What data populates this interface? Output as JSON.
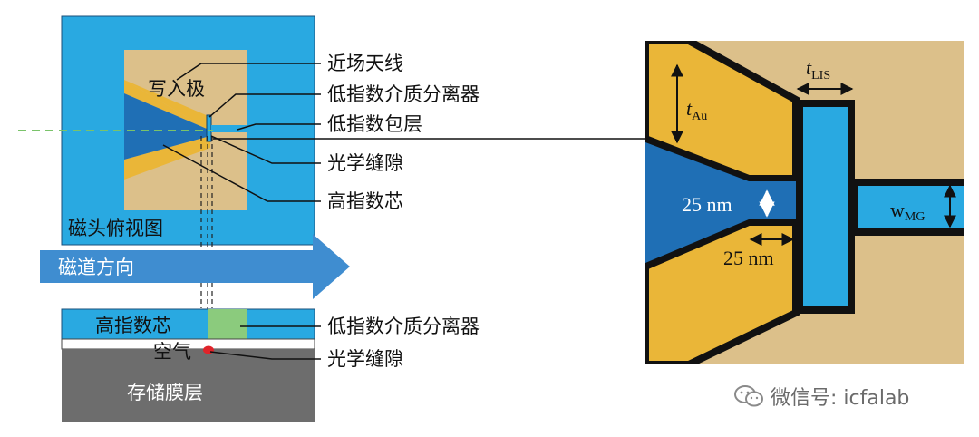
{
  "colors": {
    "blue_light": "#29a9e1",
    "blue_dark": "#1f6fb5",
    "gold": "#dcc08a",
    "yellow": "#eab638",
    "green": "#8bcb7d",
    "gray": "#6d6d6d",
    "red": "#e0242a",
    "arrow": "#3f8dd0",
    "dashed": "#7ac36a"
  },
  "top_view": {
    "title": "磁头俯视图",
    "write_pole": "写入极"
  },
  "track_arrow": {
    "label": "磁道方向"
  },
  "cross_section": {
    "core_label": "高指数芯",
    "air_label": "空气",
    "media_label": "存储膜层"
  },
  "callouts": {
    "nft": "近场天线",
    "separator": "低指数介质分离器",
    "cladding": "低指数包层",
    "gap": "光学缝隙",
    "core": "高指数芯",
    "separator2": "低指数介质分离器",
    "gap2": "光学缝隙"
  },
  "detail": {
    "t_au_italic": "t",
    "t_au_sub": "Au",
    "t_lis_italic": "t",
    "t_lis_sub": "LIS",
    "dim_vertical": "25 nm",
    "dim_horizontal": "25 nm",
    "w_mg_main": "w",
    "w_mg_sub": "MG"
  },
  "watermark": {
    "icon": "wechat-icon",
    "text": "微信号: icfalab"
  }
}
